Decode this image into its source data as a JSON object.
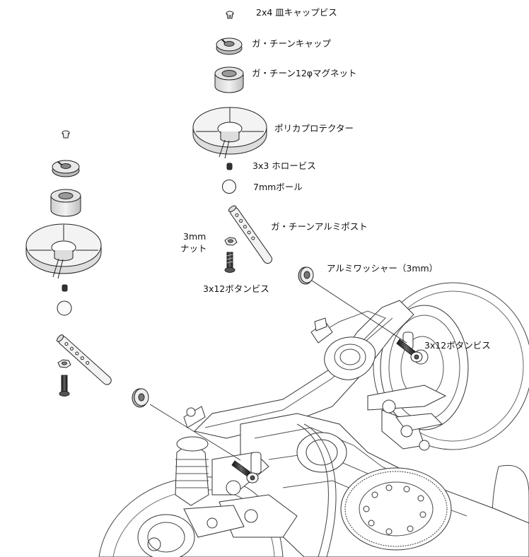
{
  "labels": {
    "cap_screw": "2x4 皿キャップビス",
    "gurney_cap": "ガ・チーンキャップ",
    "magnet": "ガ・チーン12φマグネット",
    "poly_protector": "ポリカプロテクター",
    "hollow_screw": "3x3 ホロービス",
    "ball": "7mmボール",
    "alu_post": "ガ・チーンアルミポスト",
    "nut_line1": "3mm",
    "nut_line2": "ナット",
    "button_screw_center": "3x12ボタンビス",
    "alu_washer": "アルミワッシャー（3mm）",
    "button_screw_right": "3x12ボタンビス"
  }
}
